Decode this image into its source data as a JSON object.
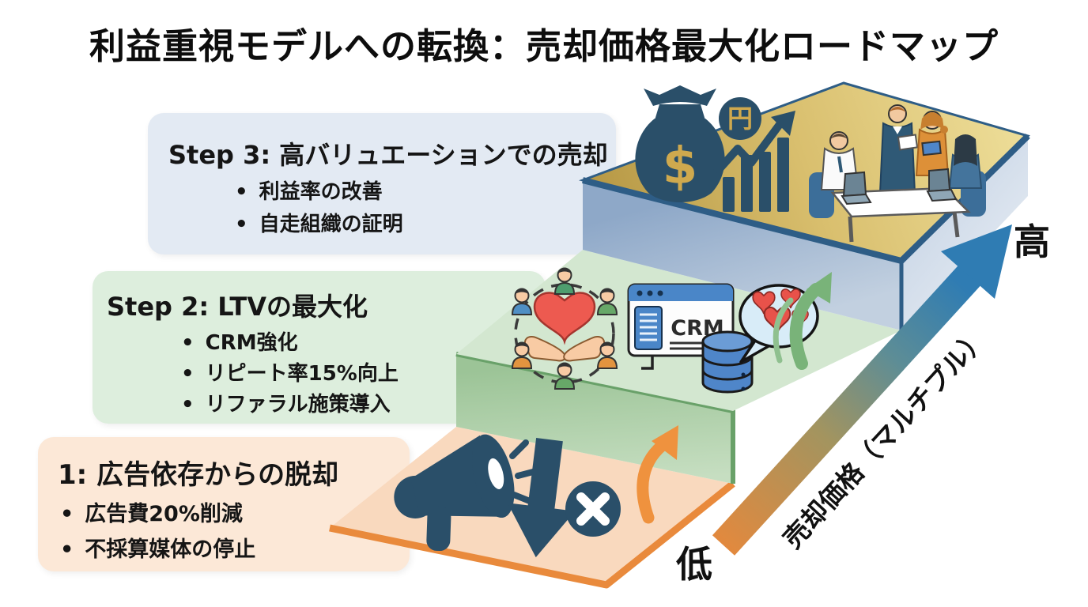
{
  "title": "利益重視モデルへの転換：売却価格最大化ロードマップ",
  "bullet_char": "•",
  "steps": [
    {
      "id": "step-1",
      "label": "1: 広告依存からの脱却",
      "bullets": [
        "広告費20%削減",
        "不採算媒体の停止"
      ],
      "box_color": "#fce8d7",
      "accent_color": "#e98a3c",
      "icons": [
        "megaphone-icon",
        "cost-down-arrow-icon",
        "stop-x-badge-icon"
      ]
    },
    {
      "id": "step-2",
      "label": "Step 2: LTVの最大化",
      "bullets": [
        "CRM強化",
        "リピート率15%向上",
        "リファラル施策導入"
      ],
      "box_color": "#ddeedd",
      "accent_color": "#69a169",
      "icons": [
        "community-heart-icon",
        "crm-window-icon",
        "database-icon",
        "loyalty-speech-bubble-icon"
      ]
    },
    {
      "id": "step-3",
      "label": "Step 3: 高バリュエーションでの売却",
      "bullets": [
        "利益率の改善",
        "自走組織の証明"
      ],
      "box_color": "#e3eaf3",
      "accent_color": "#2e5d86",
      "icons": [
        "money-bag-icon",
        "yen-coin-icon",
        "growth-bar-chart-icon",
        "business-meeting-icon"
      ]
    }
  ],
  "axis": {
    "label": "売却価格（マルチプル）",
    "high_label": "高",
    "low_label": "低"
  },
  "icon_text": {
    "crm_label": "CRM",
    "dollar_symbol": "$",
    "yen_symbol": "円"
  },
  "colors": {
    "step1_platform": "#f9d9be",
    "step1_edge": "#e98a3c",
    "step2_platform": "#d3e7d0",
    "step2_edge": "#69a169",
    "step3_platform": "#d8bd6a",
    "step3_edge": "#2e5d86",
    "icon_navy": "#2a4f69",
    "arrow_low_color": "#e2893e",
    "arrow_high_color": "#2f7cb3"
  }
}
